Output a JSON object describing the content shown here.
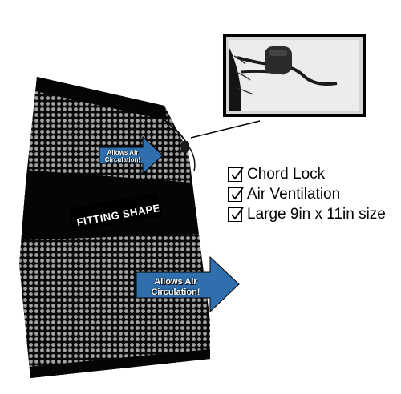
{
  "product_image": {
    "brand_label": "FITTING SHAPE",
    "small_arrow_label": "Allows Air Circulation!",
    "large_arrow_label": "Allows Air Circulation!"
  },
  "features": [
    {
      "label": "Chord Lock",
      "checked": true
    },
    {
      "label": "Air Ventilation",
      "checked": true
    },
    {
      "label": "Large 9in x 11in size",
      "checked": true
    }
  ],
  "colors": {
    "arrow_blue": "#2f6fad",
    "bag_black": "#0c0c0c",
    "background": "#ffffff"
  }
}
